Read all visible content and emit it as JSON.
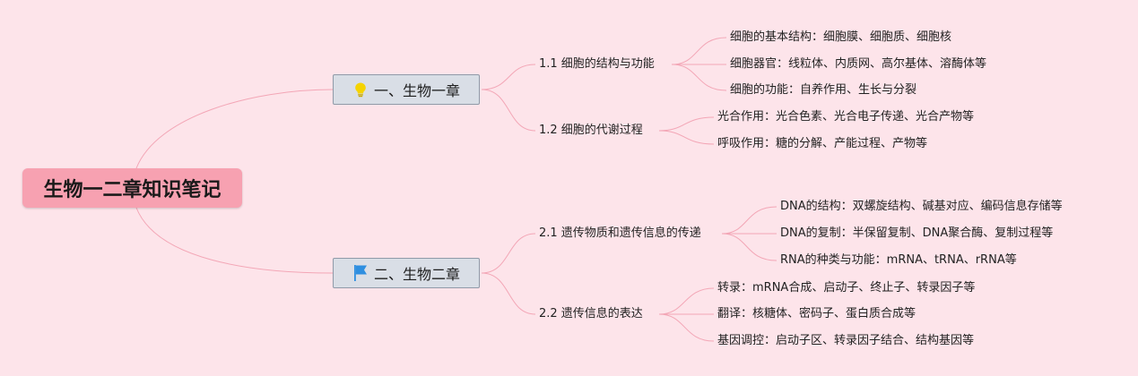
{
  "root": {
    "title": "生物一二章知识笔记"
  },
  "chapters": [
    {
      "label": "一、生物一章",
      "icon": "lightbulb-icon",
      "icon_color": "#f5d300",
      "sections": [
        {
          "label": "1.1 细胞的结构与功能",
          "items": [
            "细胞的基本结构：细胞膜、细胞质、细胞核",
            "细胞器官：线粒体、内质网、高尔基体、溶酶体等",
            "细胞的功能：自养作用、生长与分裂"
          ]
        },
        {
          "label": "1.2 细胞的代谢过程",
          "items": [
            "光合作用：光合色素、光合电子传递、光合产物等",
            "呼吸作用：糖的分解、产能过程、产物等"
          ]
        }
      ]
    },
    {
      "label": "二、生物二章",
      "icon": "flag-icon",
      "icon_color": "#2f8fe0",
      "sections": [
        {
          "label": "2.1 遗传物质和遗传信息的传递",
          "items": [
            "DNA的结构：双螺旋结构、碱基对应、编码信息存储等",
            "DNA的复制：半保留复制、DNA聚合酶、复制过程等",
            "RNA的种类与功能：mRNA、tRNA、rRNA等"
          ]
        },
        {
          "label": "2.2 遗传信息的表达",
          "items": [
            "转录：mRNA合成、启动子、终止子、转录因子等",
            "翻译：核糖体、密码子、蛋白质合成等",
            "基因调控：启动子区、转录因子结合、结构基因等"
          ]
        }
      ]
    }
  ],
  "colors": {
    "background": "#fde4ea",
    "root": "#f7a1b1",
    "link": "#f3a6b6",
    "chapter_fill": "#d9dee6",
    "chapter_border": "#8f9aa8"
  }
}
